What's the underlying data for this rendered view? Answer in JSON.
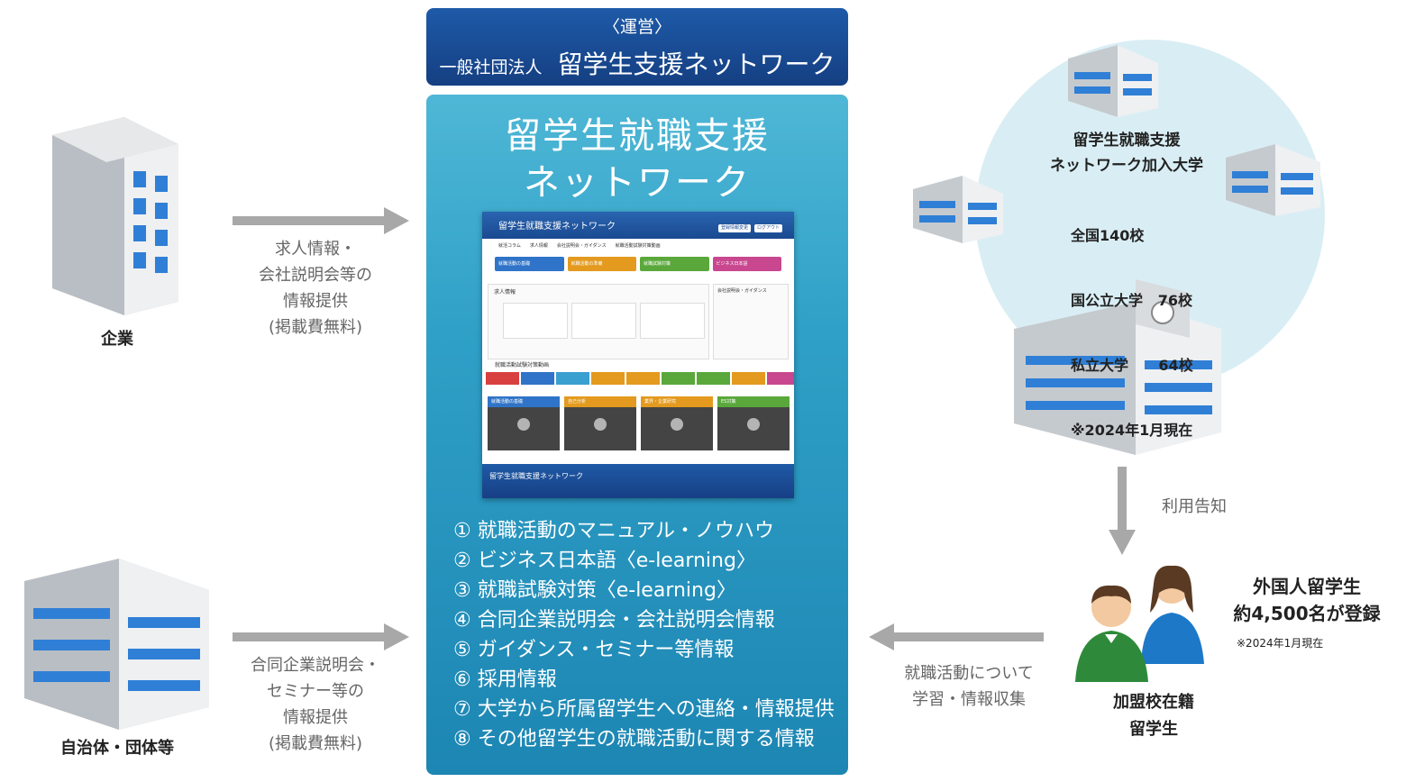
{
  "operator": {
    "heading": "〈運営〉",
    "org_type": "一般社団法人",
    "org_name": "留学生支援ネットワーク"
  },
  "panel": {
    "title_line1": "留学生就職支援",
    "title_line2": "ネットワーク",
    "features": [
      "① 就職活動のマニュアル・ノウハウ",
      "② ビジネス日本語〈e-learning〉",
      "③ 就職試験対策〈e-learning〉",
      "④ 合同企業説明会・会社説明会情報",
      "⑤ ガイダンス・セミナー等情報",
      "⑥ 採用情報",
      "⑦ 大学から所属留学生への連絡・情報提供",
      "⑧ その他留学生の就職活動に関する情報"
    ]
  },
  "site": {
    "title": "留学生就職支援ネットワーク",
    "btn_edit": "登録情報変更",
    "btn_logout": "ログアウト",
    "nav": [
      "就活コラム",
      "求人情報",
      "会社説明会・ガイダンス",
      "就職活動試験対策動画"
    ],
    "categories": [
      "就職活動の基礎",
      "就職活動の準備",
      "就職試験対策",
      "ビジネス日本語"
    ],
    "jobs_label": "求人情報",
    "guidance_label": "会社説明会・ガイダンス",
    "videos_label": "就職活動試験対策動画",
    "video_titles": [
      "就職活動の基礎",
      "自己分析",
      "業界・企業研究",
      "ES対策"
    ],
    "footer_title": "留学生就職支援ネットワーク"
  },
  "left": {
    "company_label": "企業",
    "company_flow": [
      "求人情報・",
      "会社説明会等の",
      "情報提供",
      "(掲載費無料)"
    ],
    "gov_label": "自治体・団体等",
    "gov_flow": [
      "合同企業説明会・",
      "セミナー等の",
      "情報提供",
      "(掲載費無料)"
    ]
  },
  "right": {
    "uni_title": [
      "留学生就職支援",
      "ネットワーク加入大学"
    ],
    "uni_stats": [
      "全国140校",
      "国公立大学   76校",
      "私立大学      64校",
      "※2024年1月現在"
    ],
    "notice_flow": "利用告知",
    "student_label": [
      "加盟校在籍",
      "留学生"
    ],
    "student_count": [
      "外国人留学生",
      "約4,500名が登録"
    ],
    "student_note": "※2024年1月現在",
    "study_flow": [
      "就職活動について",
      "学習・情報収集"
    ]
  },
  "colors": {
    "operator_bg": "#1a4c96",
    "panel_bg": "#2fa0c7",
    "circle_bg": "#d9eef4",
    "arrow": "#a8a8a8"
  }
}
